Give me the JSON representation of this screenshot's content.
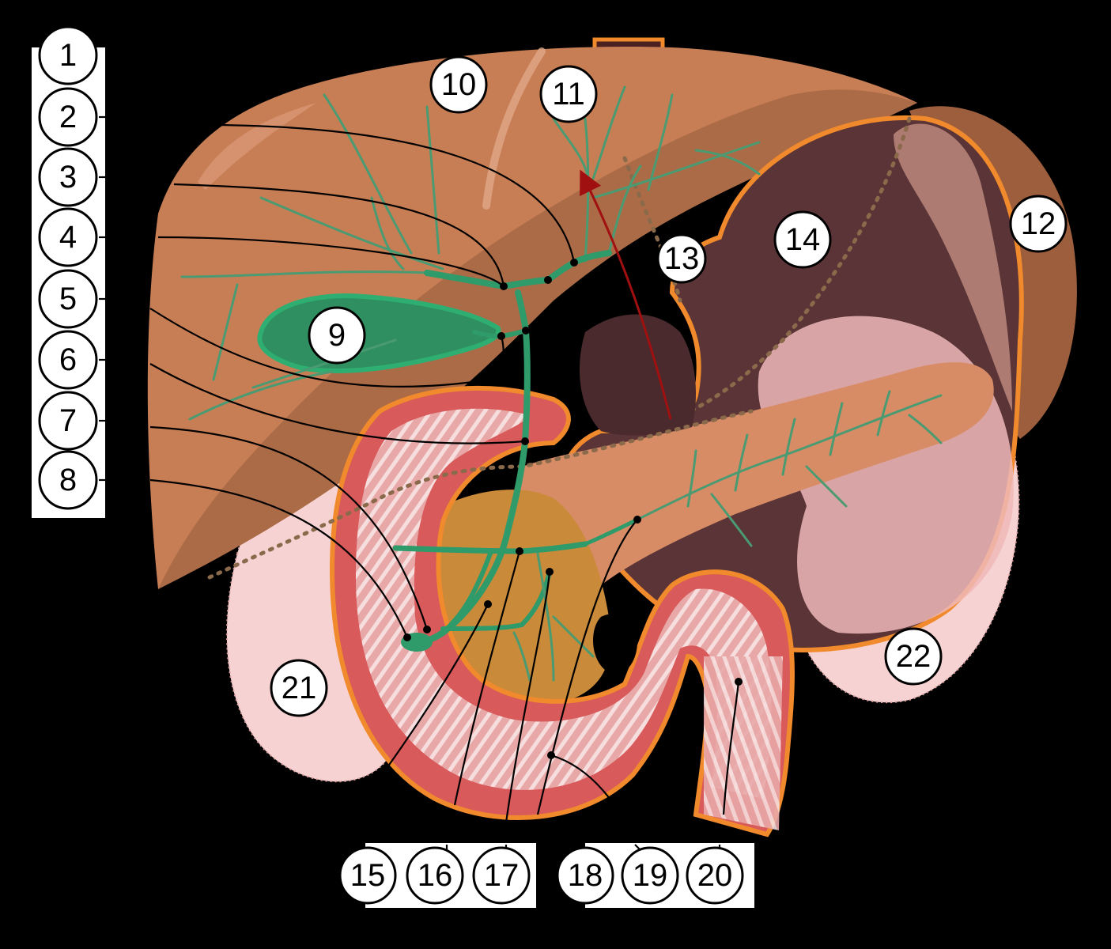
{
  "labels": [
    "1",
    "2",
    "3",
    "4",
    "5",
    "6",
    "7",
    "8",
    "9",
    "10",
    "11",
    "12",
    "13",
    "14",
    "15",
    "16",
    "17",
    "18",
    "19",
    "20",
    "21",
    "22"
  ],
  "colors": {
    "background": "#000000",
    "liver": "#c87e55",
    "liver_dark": "#9e6442",
    "gallbladder": "#2f8f60",
    "bile_duct": "#2f9a6a",
    "stomach_outline": "#f08a2c",
    "stomach_inner": "#5a3436",
    "pancreas": "#d88c66",
    "duodenum_wall": "#d95a5a",
    "duodenum_mucosa": "#f0c0c0",
    "kidney": "#f6d2d2",
    "spleen": "#9c5e3c",
    "artery": "#a01010"
  }
}
